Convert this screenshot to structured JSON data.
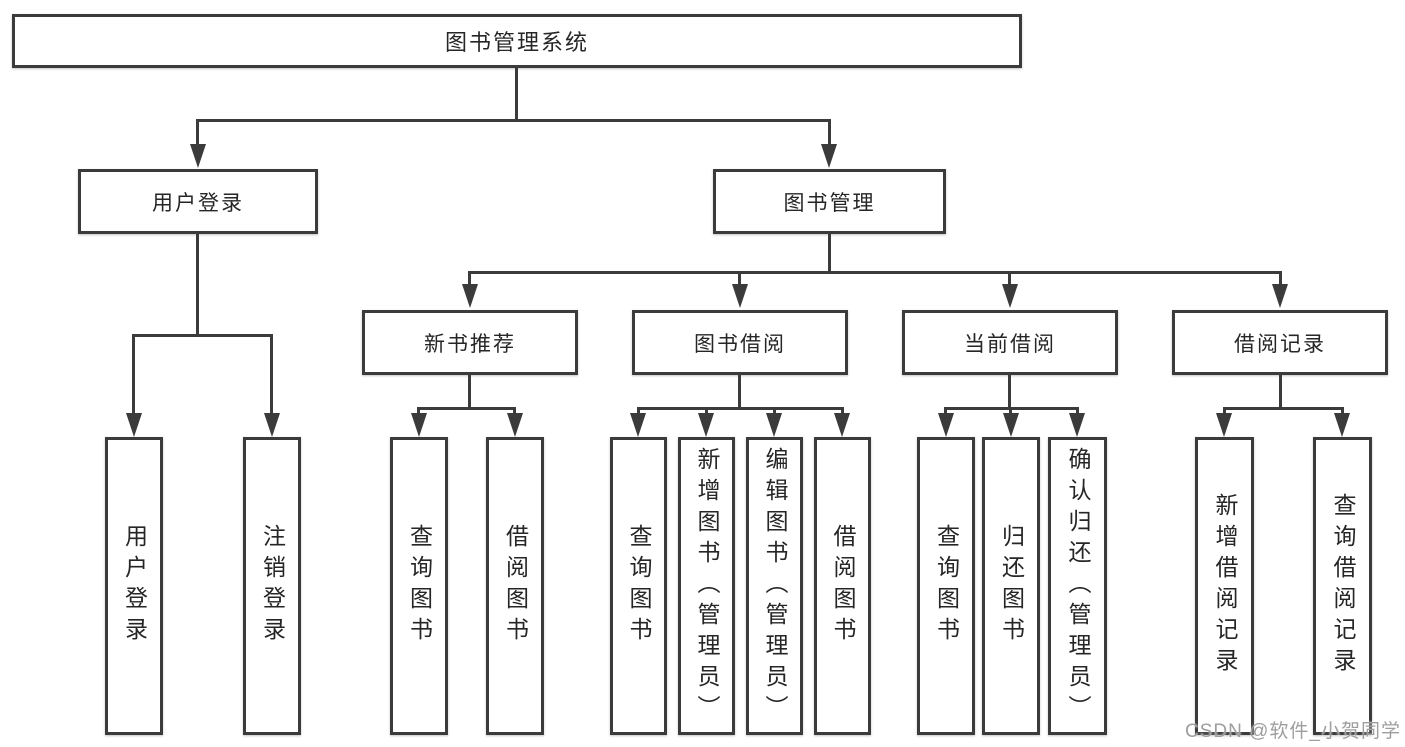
{
  "diagram": {
    "root": {
      "label": "图书管理系统"
    },
    "branches": {
      "user_login": {
        "label": "用户登录",
        "children": [
          {
            "label": "用户登录"
          },
          {
            "label": "注销登录"
          }
        ]
      },
      "book_management": {
        "label": "图书管理",
        "sections": [
          {
            "label": "新书推荐",
            "children": [
              {
                "label": "查询图书"
              },
              {
                "label": "借阅图书"
              }
            ]
          },
          {
            "label": "图书借阅",
            "children": [
              {
                "label": "查询图书"
              },
              {
                "label": "新增图书（管理员）"
              },
              {
                "label": "编辑图书（管理员）"
              },
              {
                "label": "借阅图书"
              }
            ]
          },
          {
            "label": "当前借阅",
            "children": [
              {
                "label": "查询图书"
              },
              {
                "label": "归还图书"
              },
              {
                "label": "确认归还（管理员）"
              }
            ]
          },
          {
            "label": "借阅记录",
            "children": [
              {
                "label": "新增借阅记录"
              },
              {
                "label": "查询借阅记录"
              }
            ]
          }
        ]
      }
    },
    "watermark": "CSDN @软件_小贺同学",
    "colors": {
      "line": "#3b3b3b",
      "box_border": "#3b3b3b",
      "box_bg": "#ffffff",
      "text": "#262626",
      "watermark": "#9e9e9e",
      "background": "#ffffff"
    }
  }
}
